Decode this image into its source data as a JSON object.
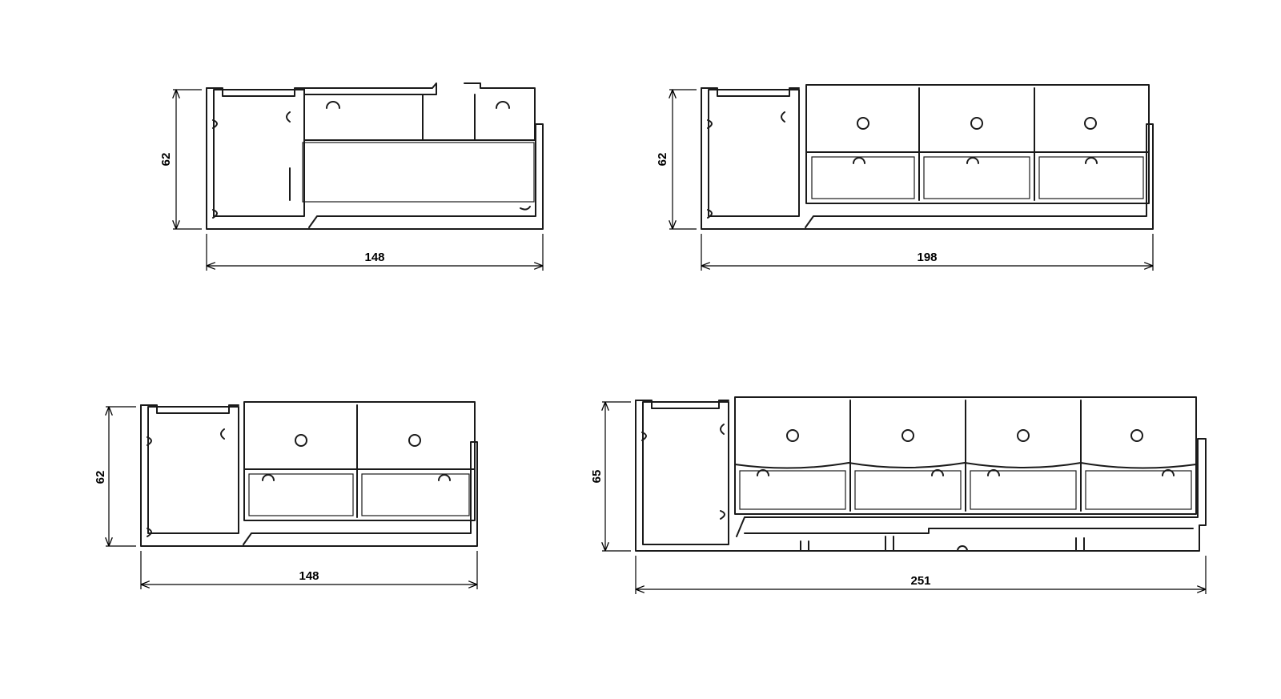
{
  "profiles": [
    {
      "id": "top-left",
      "width_label": "148",
      "height_label": "62",
      "variant": "hatched-insulation",
      "chambers": 0
    },
    {
      "id": "top-right",
      "width_label": "198",
      "height_label": "62",
      "variant": "multi-chamber",
      "chambers": 3
    },
    {
      "id": "bottom-left",
      "width_label": "148",
      "height_label": "62",
      "variant": "multi-chamber",
      "chambers": 2
    },
    {
      "id": "bottom-right",
      "width_label": "251",
      "height_label": "65",
      "variant": "multi-chamber",
      "chambers": 4
    }
  ],
  "colors": {
    "line": "#1a1a1a",
    "background": "#ffffff"
  }
}
